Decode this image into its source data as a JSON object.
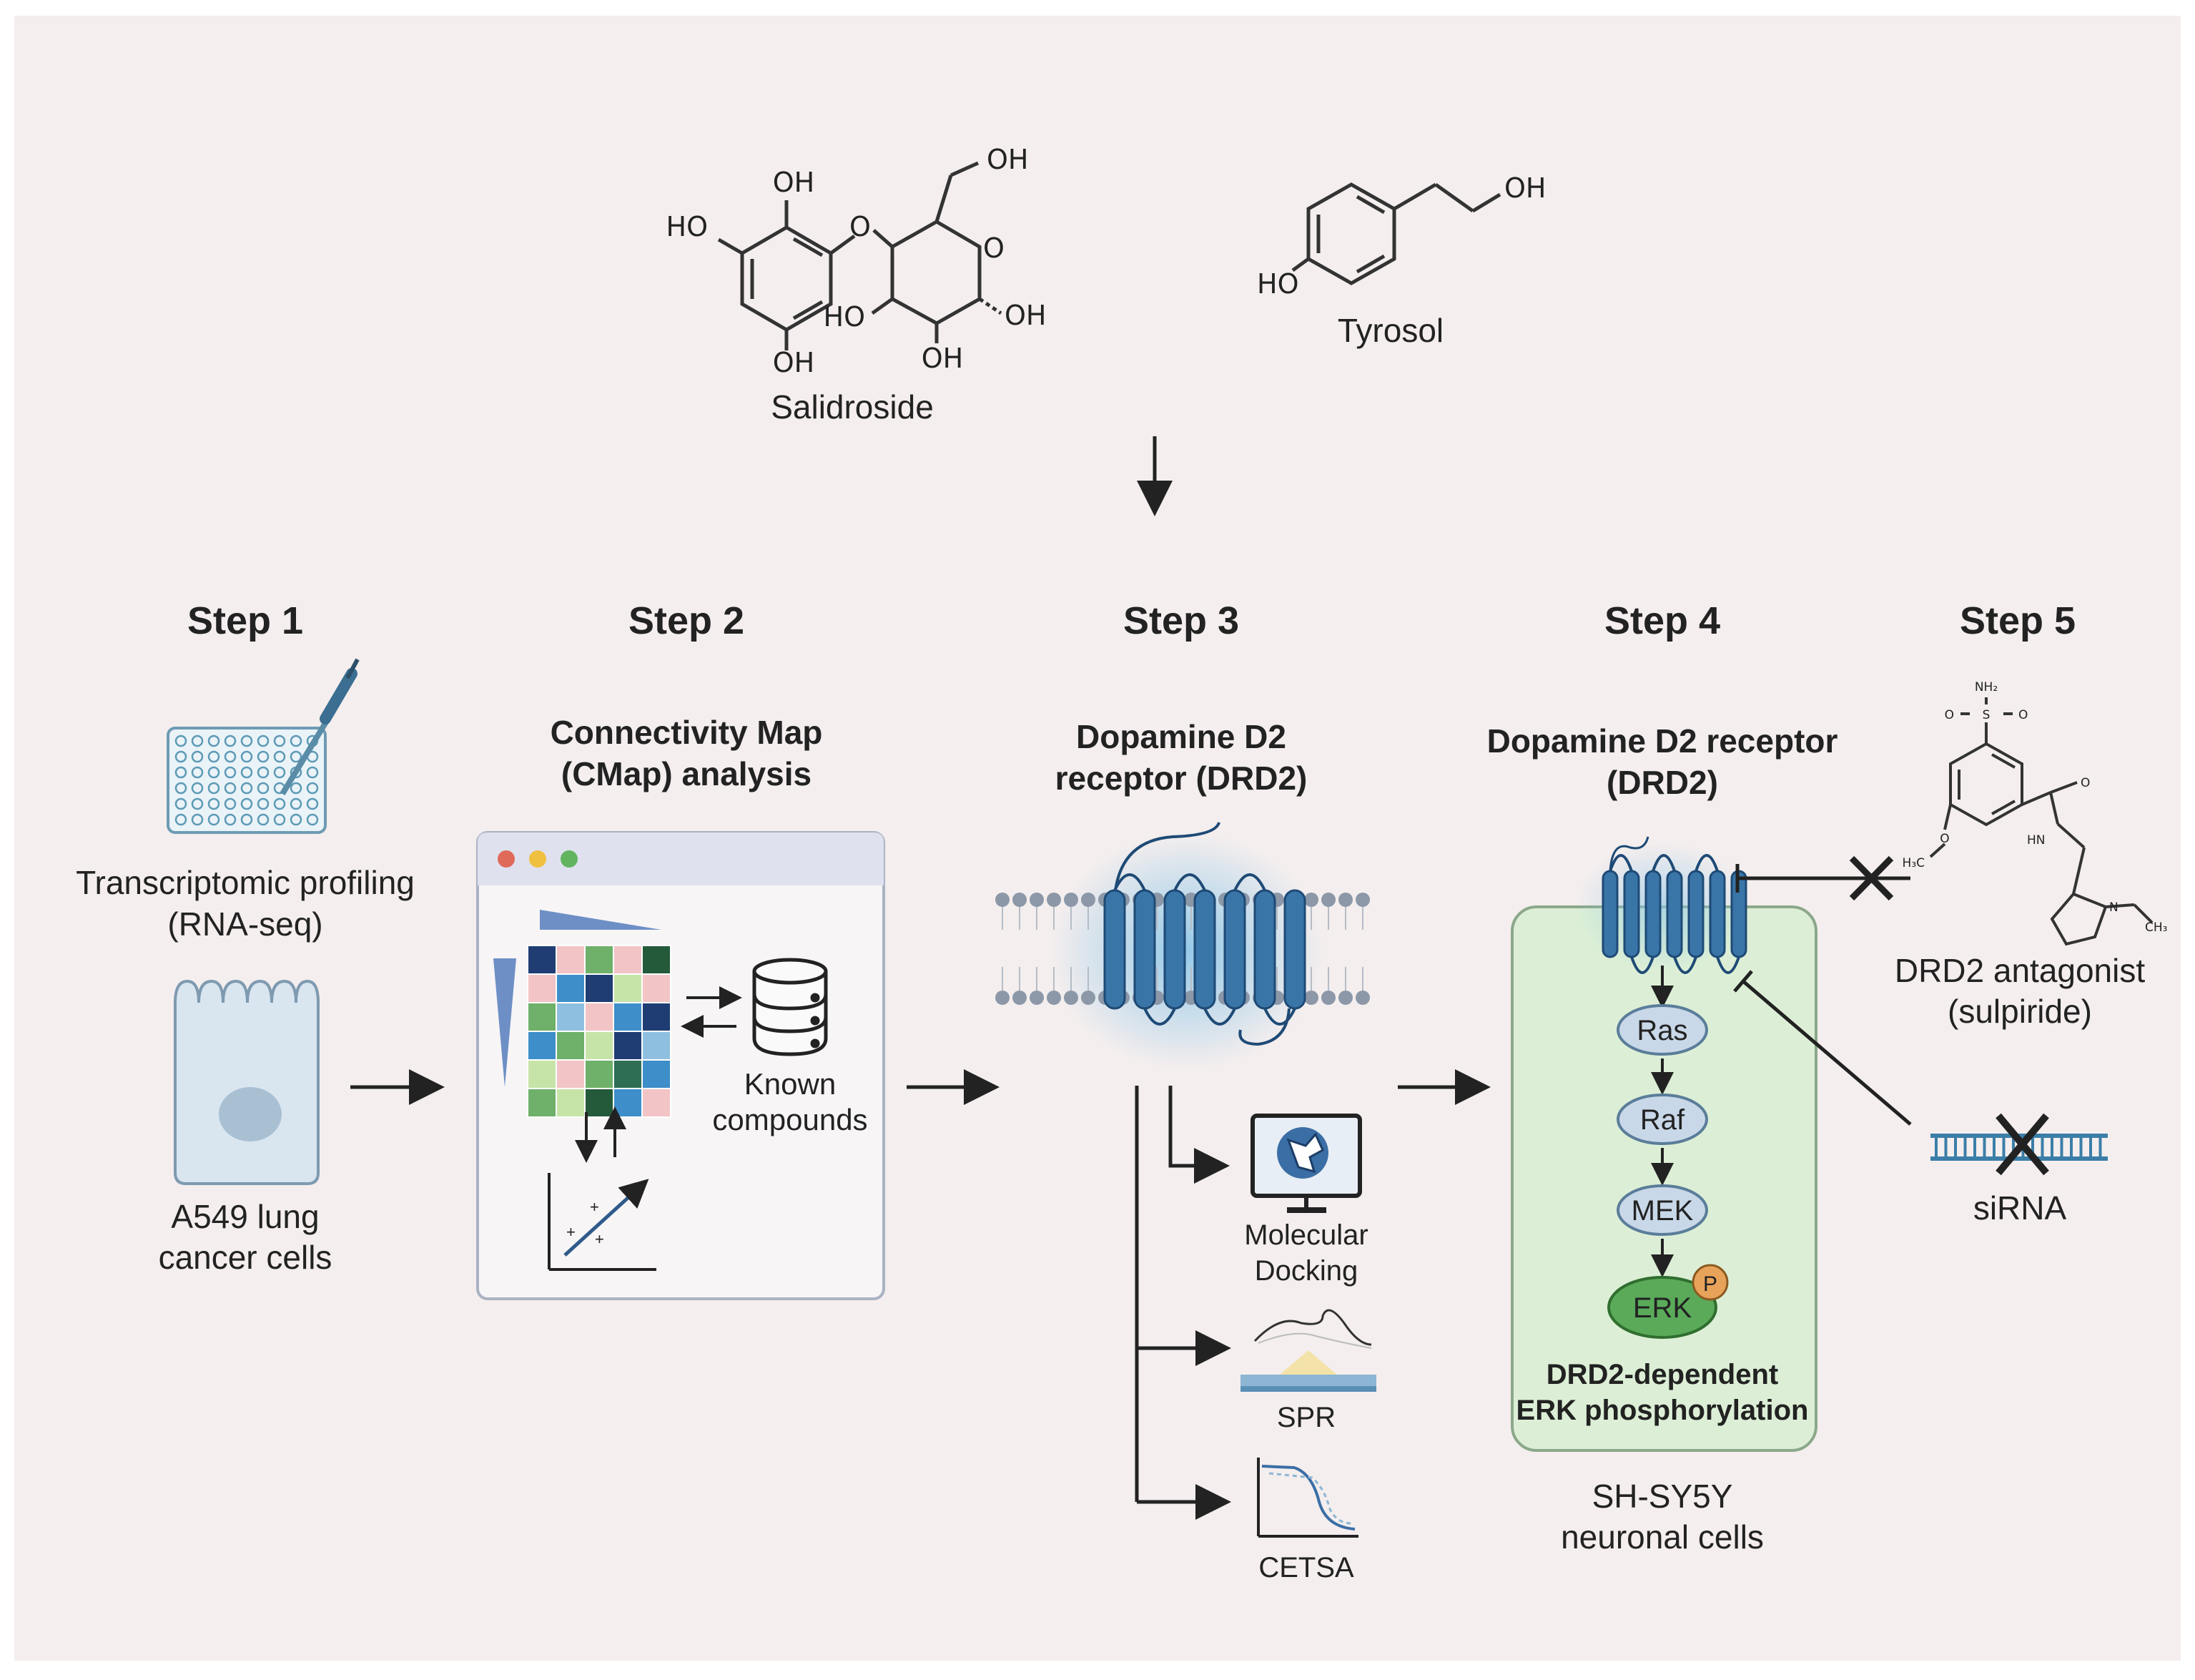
{
  "compounds": {
    "salidroside": {
      "name": "Salidroside",
      "groups": [
        "OH",
        "HO",
        "OH",
        "O",
        "OH",
        "O",
        "HO",
        "OH",
        "OH"
      ]
    },
    "tyrosol": {
      "name": "Tyrosol",
      "groups": [
        "HO",
        "OH"
      ]
    }
  },
  "steps": [
    {
      "label": "Step 1"
    },
    {
      "label": "Step 2"
    },
    {
      "label": "Step 3"
    },
    {
      "label": "Step 4"
    },
    {
      "label": "Step 5"
    }
  ],
  "step1": {
    "line1": "Transcriptomic profiling",
    "line2": "(RNA-seq)",
    "cell_line1": "A549 lung",
    "cell_line2": "cancer cells"
  },
  "step2": {
    "title_line1": "Connectivity Map",
    "title_line2": "(CMap) analysis",
    "db_line1": "Known",
    "db_line2": "compounds",
    "heatmap_colors": [
      "#1f3d73",
      "#f2c4c6",
      "#3d8ec9",
      "#6fb06a",
      "#245a3a",
      "#c7e4a8",
      "#8fbfe0",
      "#2d6e54"
    ]
  },
  "step3": {
    "title_line1": "Dopamine D2",
    "title_line2": "receptor (DRD2)",
    "assays": [
      {
        "line1": "Molecular",
        "line2": "Docking"
      },
      {
        "line1": "SPR",
        "line2": ""
      },
      {
        "line1": "CETSA",
        "line2": ""
      }
    ]
  },
  "step4": {
    "title_line1": "Dopamine D2 receptor",
    "title_line2": "(DRD2)",
    "cascade": [
      "Ras",
      "Raf",
      "MEK",
      "ERK"
    ],
    "phospho": "P",
    "result_line1": "DRD2-dependent",
    "result_line2": "ERK phosphorylation",
    "cell_line1": "SH-SY5Y",
    "cell_line2": "neuronal cells"
  },
  "step5": {
    "antagonist_line1": "DRD2 antagonist",
    "antagonist_line2": "(sulpiride)",
    "sirna": "siRNA",
    "sulpiride_groups": [
      "NH₂",
      "O",
      "S",
      "O",
      "O",
      "HN",
      "H₃C",
      "O",
      "N",
      "CH₃"
    ]
  },
  "colors": {
    "background": "#f4eeee",
    "receptor": "#2f6da0",
    "cell_green": "#dcefd6",
    "erk_green": "#5aaa5a",
    "cell_blue": "#d9e5ef"
  }
}
